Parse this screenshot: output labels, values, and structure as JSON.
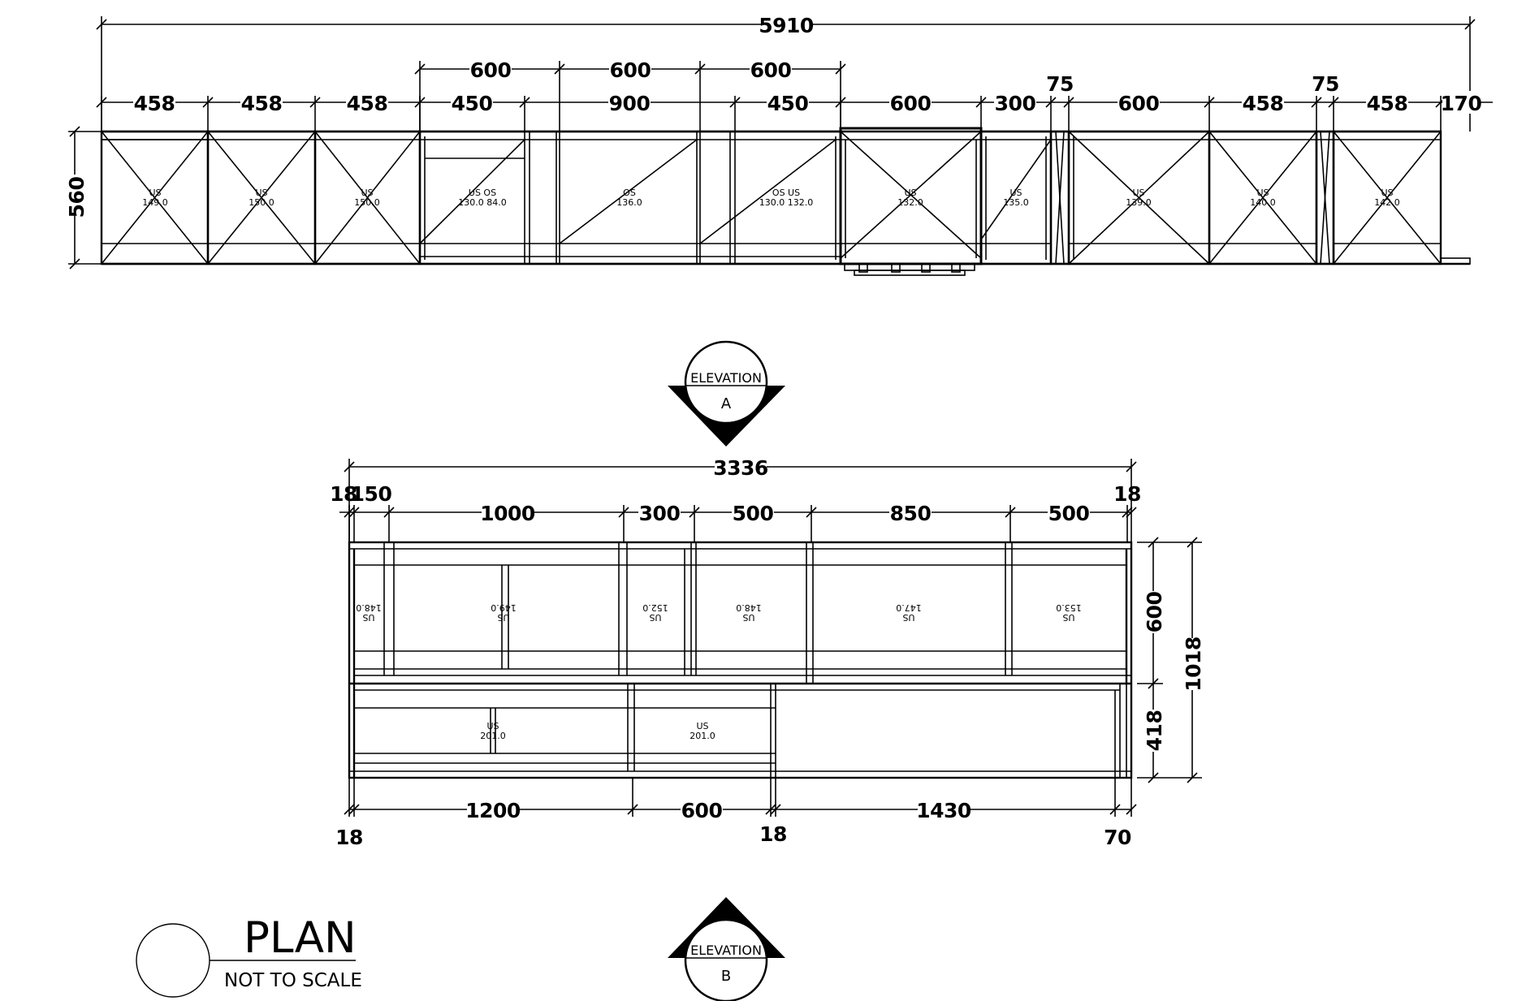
{
  "elevation_view": {
    "overall_width": "5910",
    "height": "560",
    "upper_dims": [
      "600",
      "600",
      "600"
    ],
    "gap_dims": [
      "75",
      "75"
    ],
    "lower_dims": [
      "458",
      "458",
      "458",
      "450",
      "900",
      "450",
      "600",
      "300",
      "600",
      "458",
      "458",
      "170"
    ],
    "panels": [
      {
        "line1": "US",
        "line2": "149.0"
      },
      {
        "line1": "US",
        "line2": "150.0"
      },
      {
        "line1": "US",
        "line2": "150.0"
      },
      {
        "line1": "US OS",
        "line2": "130.0 84.0"
      },
      {
        "line1": "OS",
        "line2": "136.0"
      },
      {
        "line1": "OS US",
        "line2": "130.0 132.0"
      },
      {
        "line1": "US",
        "line2": "132.0"
      },
      {
        "line1": "US",
        "line2": "135.0"
      },
      {
        "line1": "US",
        "line2": "139.0"
      },
      {
        "line1": "US",
        "line2": "140.0"
      },
      {
        "line1": "US",
        "line2": "142.0"
      }
    ]
  },
  "marker_a": {
    "label": "ELEVATION",
    "letter": "A"
  },
  "plan_view": {
    "overall_width": "3336",
    "top_left_dims": [
      "18",
      "150"
    ],
    "top_right_dim": "18",
    "top_dims": [
      "1000",
      "300",
      "500",
      "850",
      "500"
    ],
    "right_dims": [
      "600",
      "418"
    ],
    "right_total": "1018",
    "bottom_dims": [
      "1200",
      "600",
      "1430"
    ],
    "bottom_small_dims": [
      "18",
      "18",
      "70"
    ],
    "upper_units": [
      {
        "line1": "US",
        "line2": "148.0"
      },
      {
        "line1": "US",
        "line2": "149.0"
      },
      {
        "line1": "US",
        "line2": "152.0"
      },
      {
        "line1": "US",
        "line2": "148.0"
      },
      {
        "line1": "US",
        "line2": "147.0"
      },
      {
        "line1": "US",
        "line2": "153.0"
      }
    ],
    "lower_units": [
      {
        "line1": "US",
        "line2": "201.0"
      },
      {
        "line1": "US",
        "line2": "201.0"
      }
    ]
  },
  "marker_b": {
    "label": "ELEVATION",
    "letter": "B"
  },
  "title_block": {
    "title": "PLAN",
    "subtitle": "NOT TO SCALE"
  }
}
